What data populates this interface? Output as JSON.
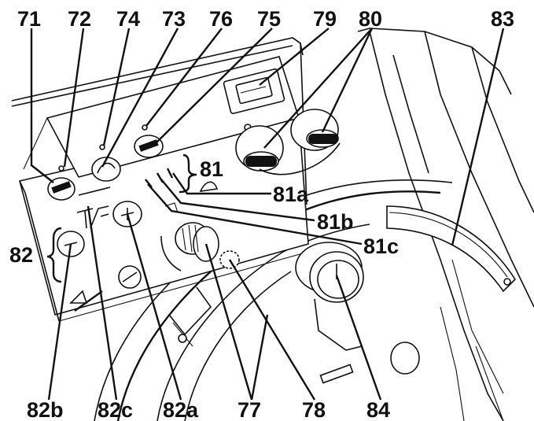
{
  "callouts": {
    "top": [
      "71",
      "72",
      "74",
      "73",
      "76",
      "75",
      "79",
      "80",
      "83"
    ],
    "c81": "81",
    "c81a": "81a",
    "c81b": "81b",
    "c81c": "81c",
    "c82": "82",
    "bottom": [
      "82b",
      "82c",
      "82a",
      "77",
      "78",
      "84"
    ]
  }
}
